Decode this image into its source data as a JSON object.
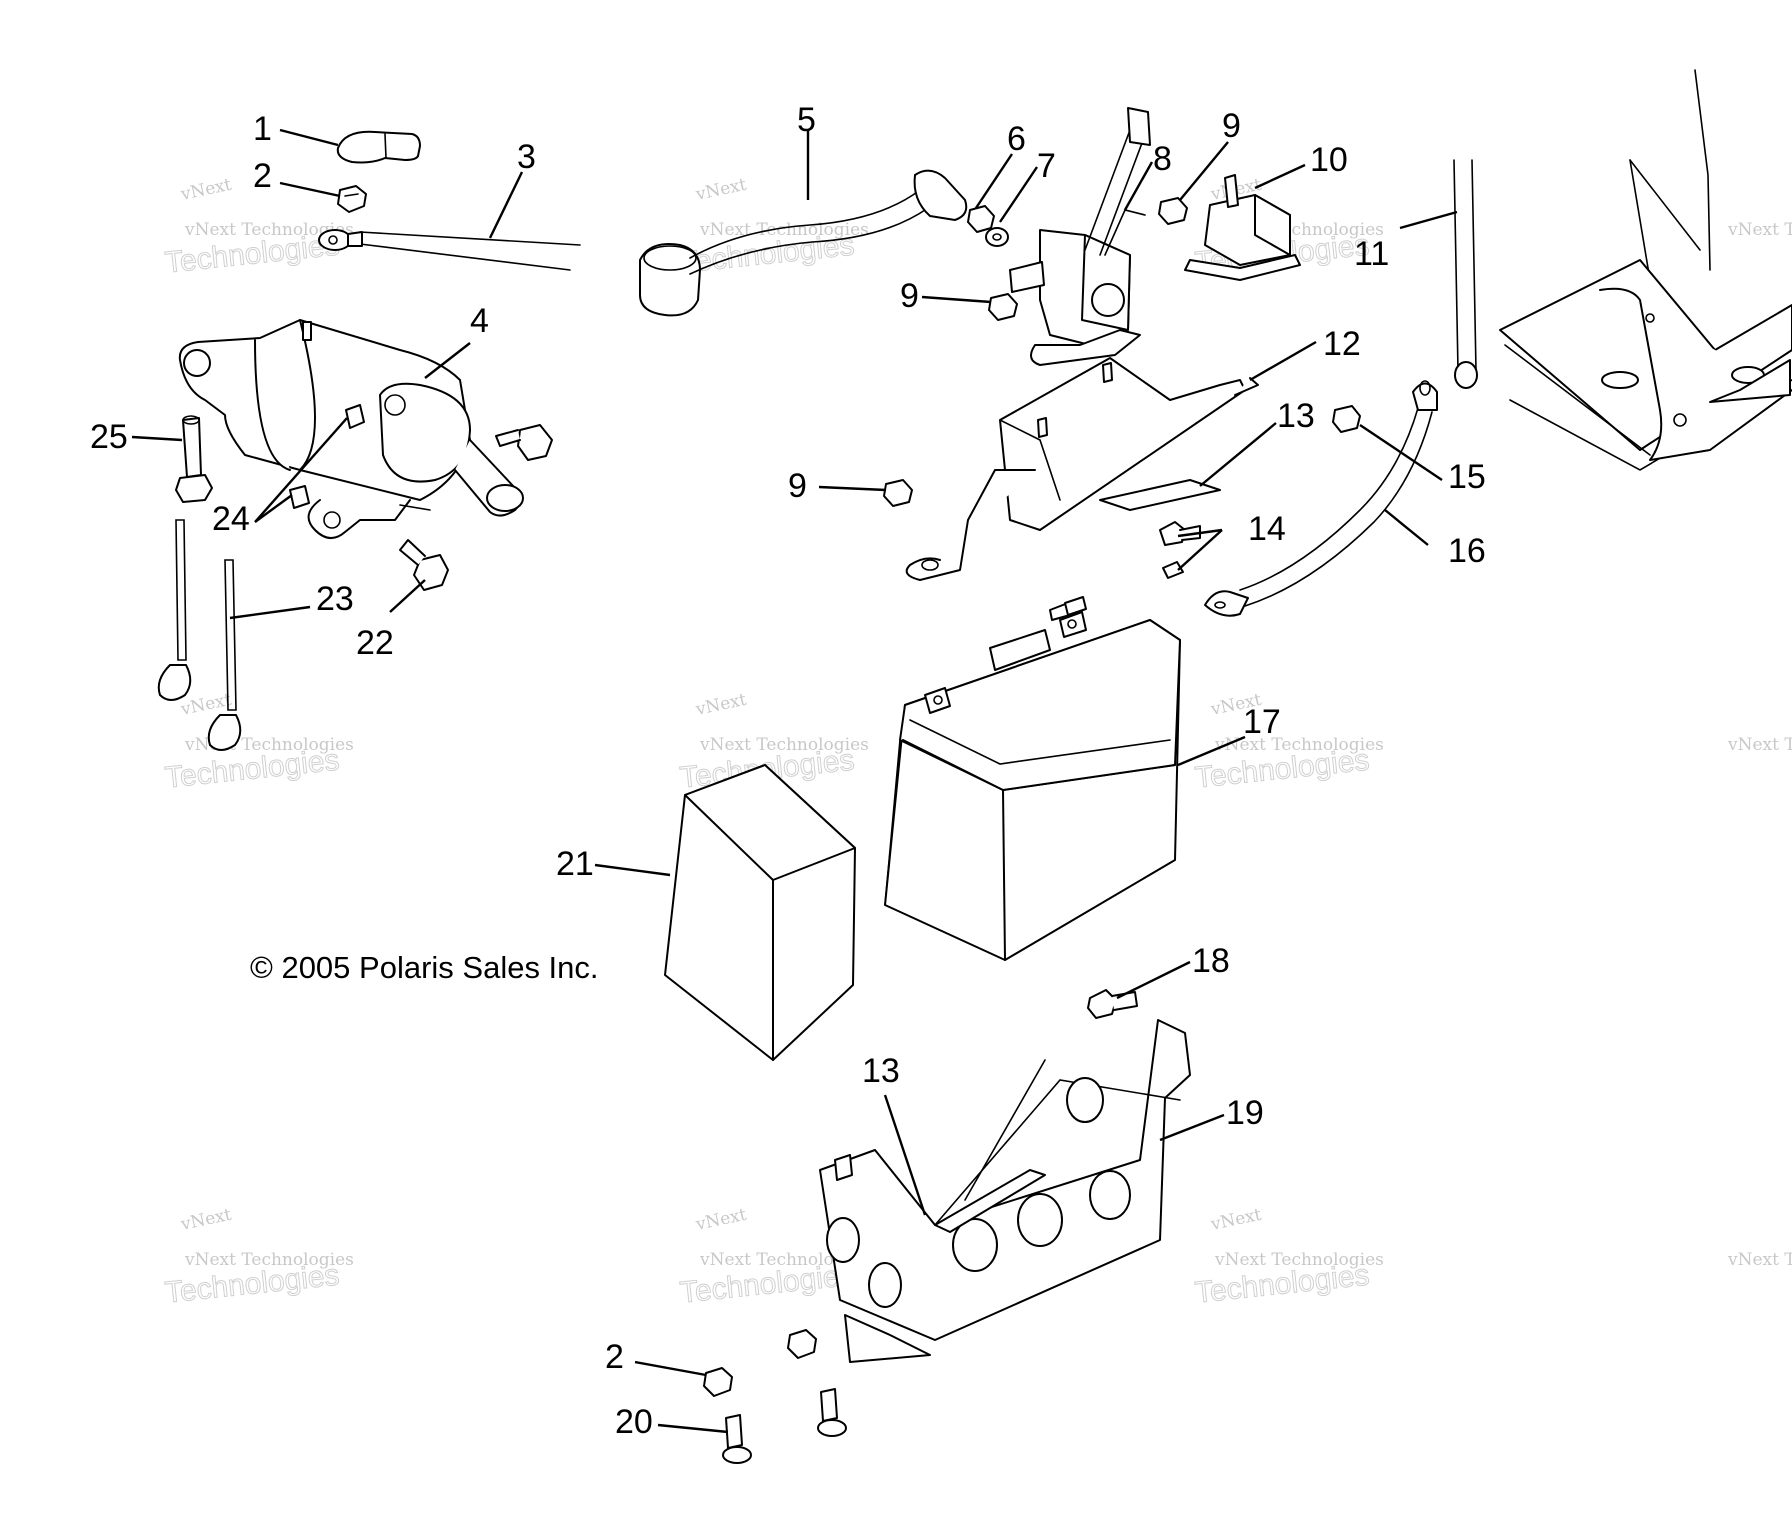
{
  "copyright": "© 2005 Polaris Sales Inc.",
  "watermark": {
    "line1": "vNext Technologies",
    "line2": "Technologies",
    "tag": "vNext"
  },
  "callouts": [
    "1",
    "2",
    "3",
    "4",
    "5",
    "6",
    "7",
    "8",
    "9",
    "10",
    "11",
    "12",
    "13",
    "14",
    "15",
    "16",
    "17",
    "18",
    "19",
    "20",
    "21",
    "22",
    "23",
    "24",
    "25"
  ]
}
